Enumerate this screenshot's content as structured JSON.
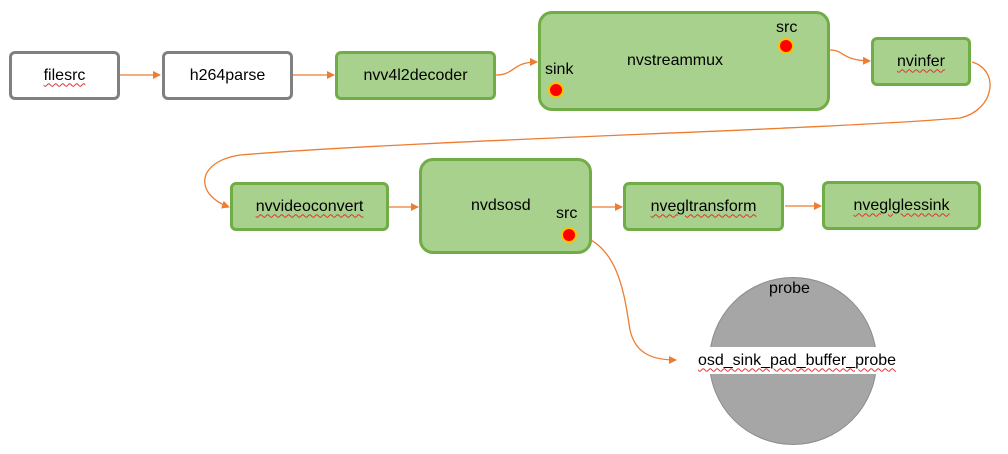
{
  "nodes": {
    "filesrc": "filesrc",
    "h264parse": "h264parse",
    "nvv4l2decoder": "nvv4l2decoder",
    "nvstreammux": "nvstreammux",
    "nvinfer": "nvinfer",
    "nvvideoconvert": "nvvideoconvert",
    "nvdsosd": "nvdsosd",
    "nvegltransform": "nvegltransform",
    "nveglglessink": "nveglglessink"
  },
  "pads": {
    "mux_sink": "sink",
    "mux_src": "src",
    "osd_src": "src"
  },
  "probe": {
    "title": "probe",
    "function": "osd_sink_pad_buffer_probe"
  },
  "colors": {
    "element_fill": "#a9d18e",
    "element_border": "#70ad47",
    "plain_border": "#808080",
    "arrow": "#ed7d31",
    "pad_fill": "#ff0000",
    "pad_ring": "#ffc000",
    "probe_fill": "#a6a6a6"
  }
}
